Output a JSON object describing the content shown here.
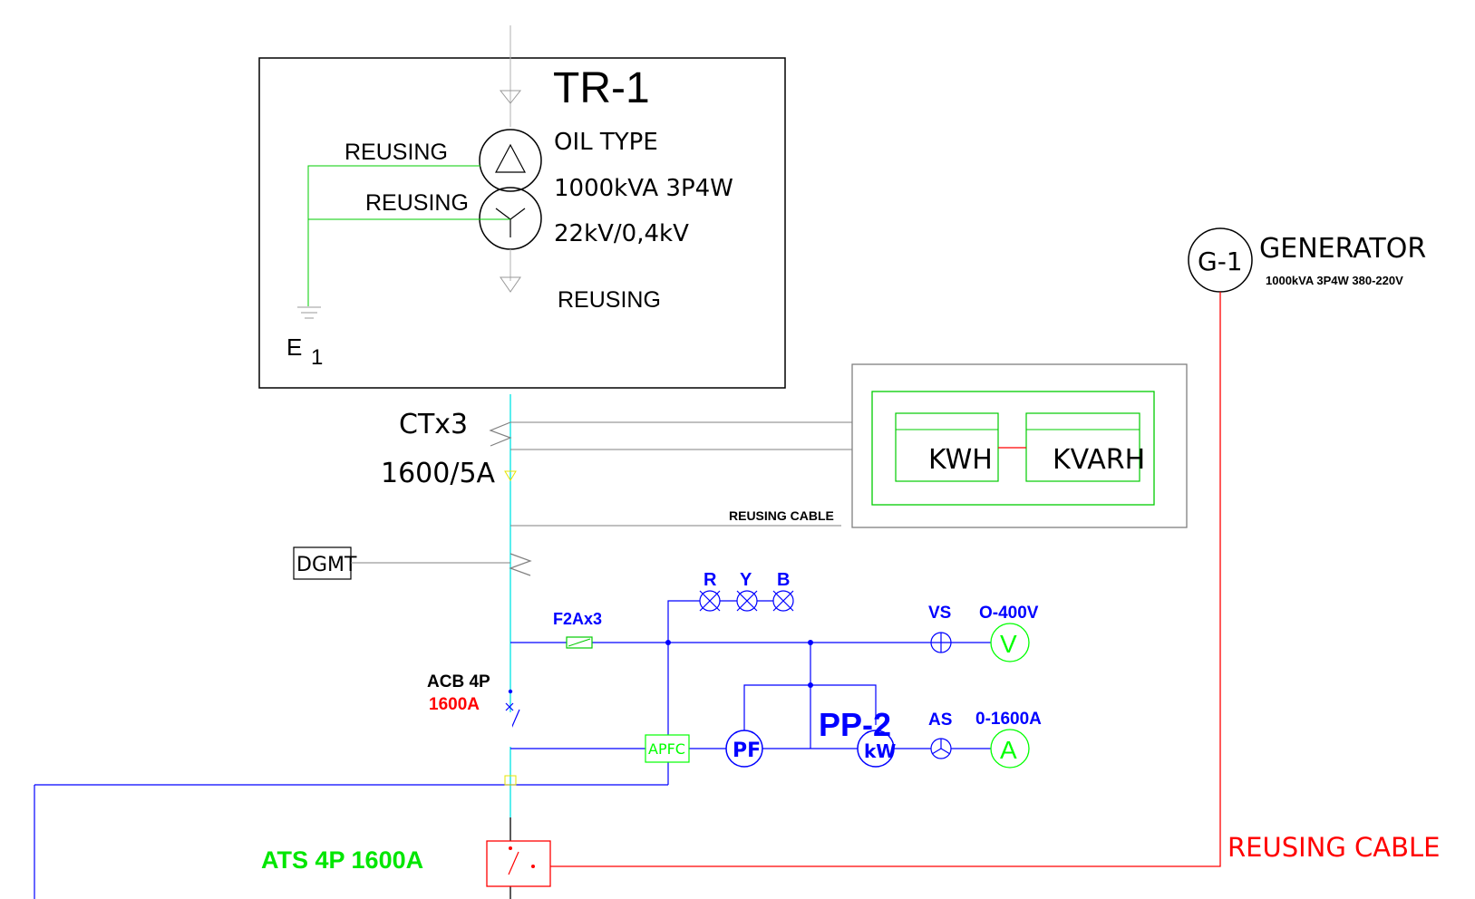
{
  "transformer": {
    "name": "TR-1",
    "type": "OIL TYPE",
    "rating": "1000kVA 3P4W",
    "voltage": "22kV/0,4kV",
    "label_top": "REUSING",
    "label_mid": "REUSING",
    "label_bottom": "REUSING",
    "earth_letter": "E",
    "earth_number": "1"
  },
  "generator": {
    "symbol": "G-1",
    "name": "GENERATOR",
    "rating": "1000kVA 3P4W 380-220V"
  },
  "ct": {
    "label": "CTx3",
    "ratio": "1600/5A"
  },
  "meter_panel": {
    "kwh": "KWH",
    "kvarh": "KVARH",
    "cable_label": "REUSING CABLE"
  },
  "dgmt": "DGMT",
  "lamps": {
    "r": "R",
    "y": "Y",
    "b": "B"
  },
  "fuse": "F2Ax3",
  "voltmeter": {
    "switch": "VS",
    "range": "O-400V",
    "symbol": "V"
  },
  "ammeter": {
    "switch": "AS",
    "range": "0-1600A",
    "symbol": "A"
  },
  "acb": {
    "label": "ACB 4P",
    "rating": "1600A"
  },
  "apfc": "APFC",
  "pf": "PF",
  "kw": "kW",
  "panel": "PP-2",
  "ats": "ATS 4P 1600A",
  "gen_cable": "REUSING CABLE",
  "colors": {
    "blue": "#0000ff",
    "green": "#00ff00",
    "red": "#ff0000",
    "cyan": "#00e5e5",
    "gray": "#808080",
    "yellow": "#e5e500",
    "black": "#000000"
  }
}
